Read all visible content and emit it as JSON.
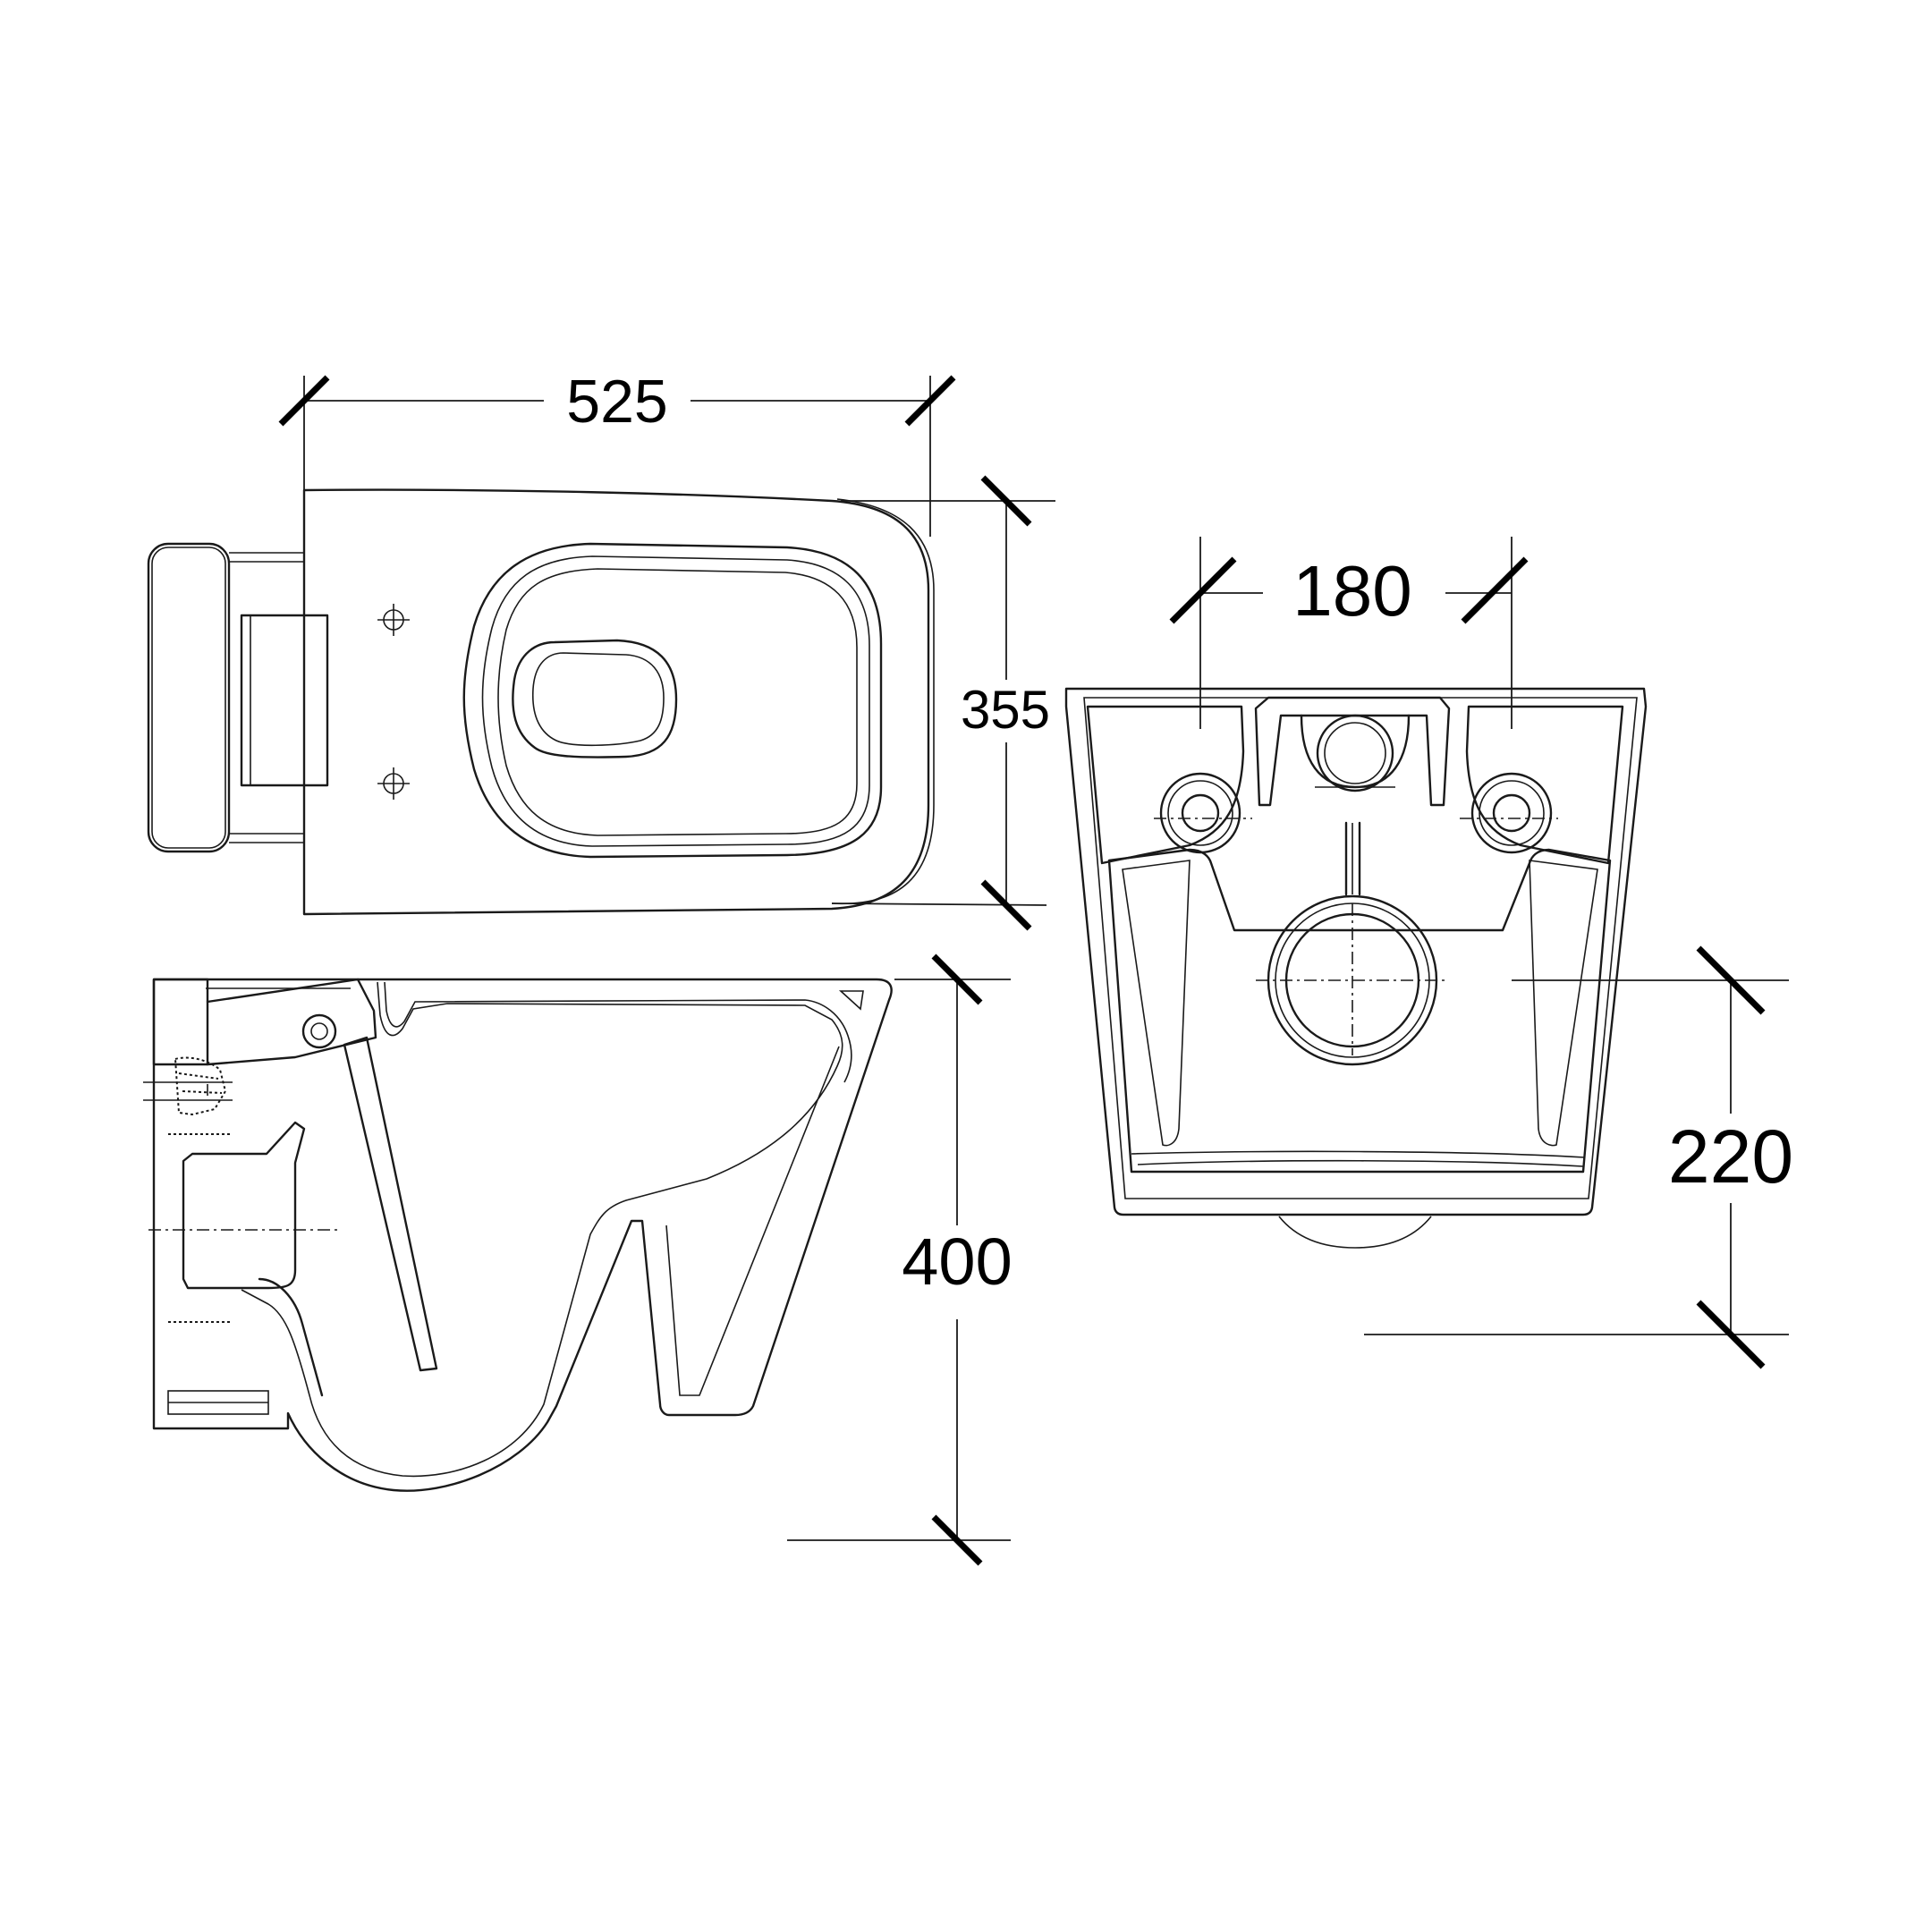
{
  "dimensions": {
    "width_top": "525",
    "depth_top": "355",
    "fixing_spacing": "180",
    "height_side": "400",
    "outlet_height": "220"
  }
}
